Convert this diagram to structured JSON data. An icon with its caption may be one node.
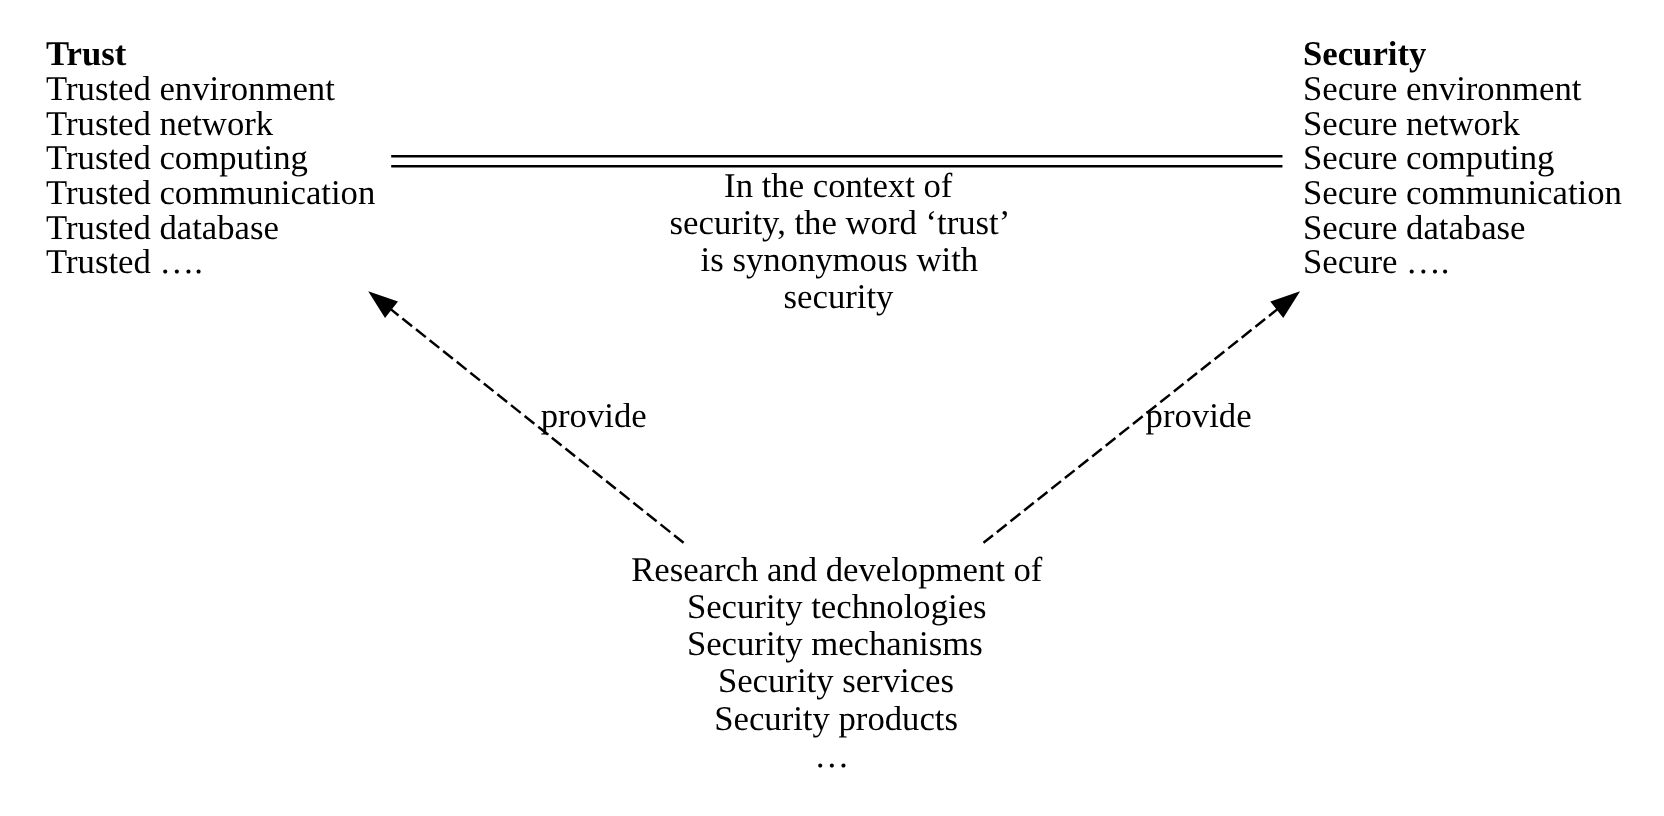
{
  "diagram": {
    "nodes": [
      {
        "text": [
          "Trust",
          "Trusted environment",
          "Trusted network",
          "Trusted computing",
          "Trusted communication",
          "Trusted database",
          "Trusted …."
        ]
      },
      {
        "text": [
          "Security",
          "Secure environment",
          "Secure network",
          "Secure computing",
          "Secure communication",
          "Secure database",
          "Secure …."
        ]
      },
      {
        "text": [
          "Research and development of",
          "Security technologies",
          "Security mechanisms",
          "Security services",
          "Security products",
          "…"
        ]
      }
    ],
    "edges": [
      {
        "from": 0,
        "to": 1,
        "arrow": "none",
        "label": "In the context of security, the word ‘trust’ is synonymous with security"
      },
      {
        "from": 2,
        "to": 0,
        "arrow": "to",
        "style": "dashed",
        "label": "provide"
      },
      {
        "from": 2,
        "to": 1,
        "arrow": "to",
        "style": "dashed",
        "label": "provide"
      }
    ]
  }
}
